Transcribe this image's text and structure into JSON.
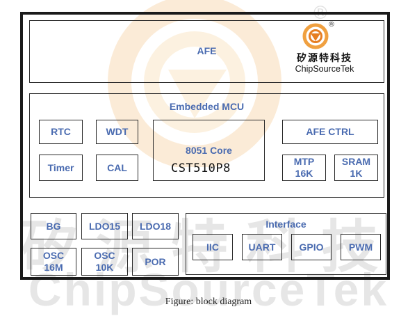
{
  "watermark": {
    "chinese": "矽源特科技",
    "english": "ChipSourceTek",
    "registered": "®"
  },
  "logo": {
    "chinese": "矽源特科技",
    "english": "ChipSourceTek",
    "registered": "®"
  },
  "afe": {
    "label": "AFE"
  },
  "mcu": {
    "title": "Embedded MCU",
    "rtc": "RTC",
    "wdt": "WDT",
    "timer": "Timer",
    "cal": "CAL",
    "core_label": "8051 Core",
    "core_part": "CST510P8",
    "afe_ctrl": "AFE CTRL",
    "mtp": [
      "MTP",
      "16K"
    ],
    "sram": [
      "SRAM",
      "1K"
    ]
  },
  "power": {
    "bg": "BG",
    "ldo15": "LDO15",
    "ldo18": "LDO18",
    "osc16m": [
      "OSC",
      "16M"
    ],
    "osc10k": [
      "OSC",
      "10K"
    ],
    "por": "POR"
  },
  "interface": {
    "title": "Interface",
    "iic": "IIC",
    "uart": "UART",
    "gpio": "GPIO",
    "pwm": "PWM"
  },
  "caption": "Figure: block diagram",
  "colors": {
    "label_blue": "#4a6bb0",
    "logo_orange": "#f0a040",
    "border": "#1a1a1a"
  }
}
